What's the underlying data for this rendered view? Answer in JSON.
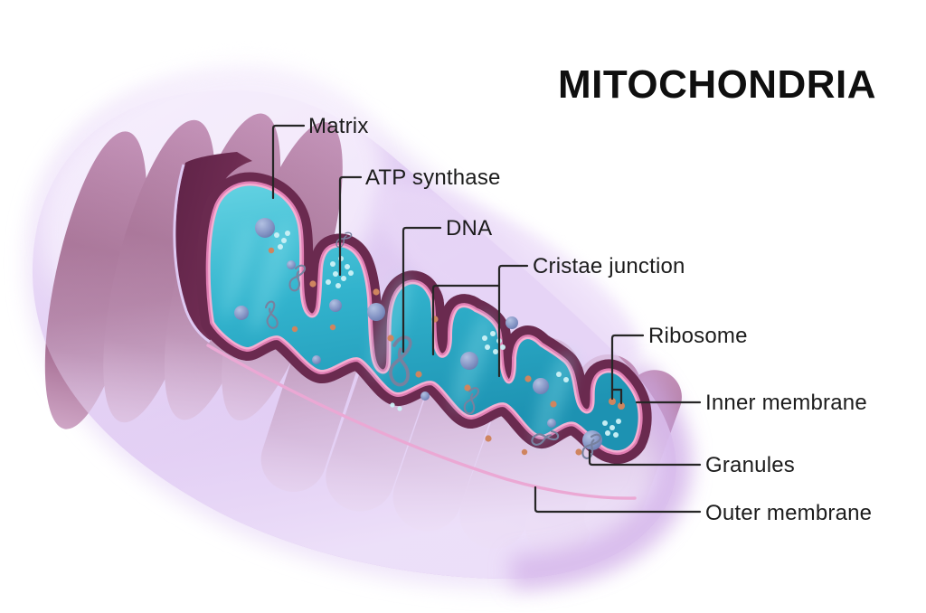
{
  "title": "MITOCHONDRIA",
  "labels": {
    "matrix": "Matrix",
    "atp_synthase": "ATP synthase",
    "dna": "DNA",
    "cristae_junction": "Cristae junction",
    "ribosome": "Ribosome",
    "inner_membrane": "Inner membrane",
    "granules": "Granules",
    "outer_membrane": "Outer membrane"
  },
  "palette": {
    "outer_membrane_lavender": "#dcc3f0",
    "halo_lavender": "#ece0f8",
    "cristae_mauve": "#9d6287",
    "intermembrane_maroon": "#6a2a4f",
    "inner_membrane_pink": "#e07fb4",
    "inner_membrane_pink_light": "#f5aed2",
    "matrix_teal": "#2fb0ca",
    "granule_blue": "#6d7fb4",
    "ribosome_orange": "#cf855f",
    "atp_dot_cyan": "#cdf2f7",
    "dna_strand_gray": "#77819f",
    "label_text": "#1c1c1c",
    "leader_line": "#262626"
  }
}
